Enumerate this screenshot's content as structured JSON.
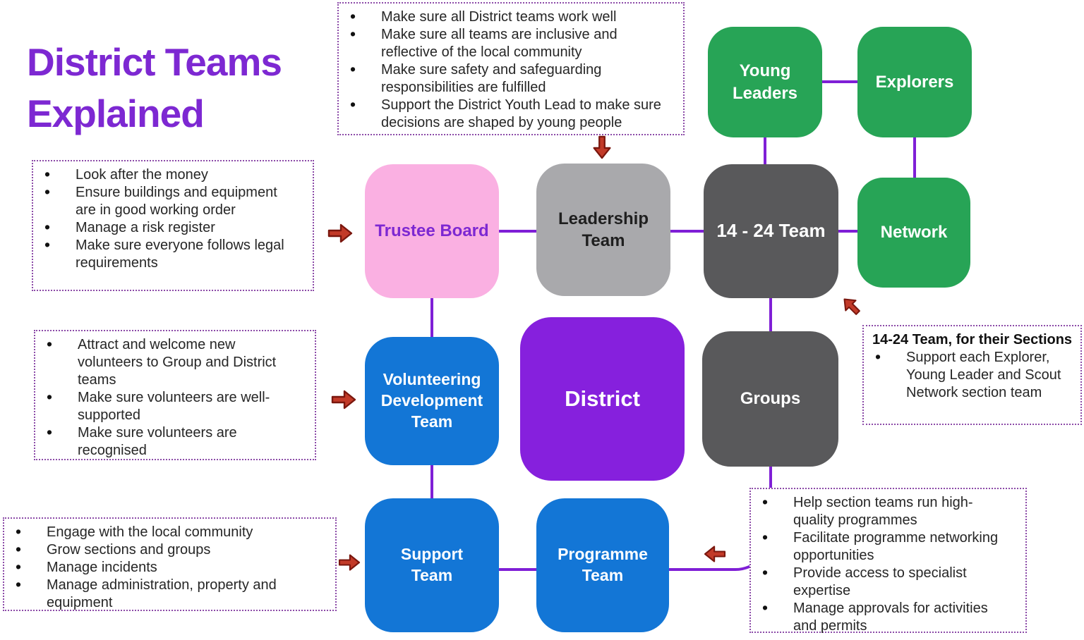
{
  "title": "District Teams Explained",
  "colors": {
    "title_purple": "#7d28d2",
    "node_pink": "#fab0e2",
    "node_gray": "#a9a9ac",
    "node_dark_gray": "#59595b",
    "node_green": "#27a456",
    "node_blue": "#1376d6",
    "node_purple": "#8620dd",
    "connector_purple": "#7f1fd6",
    "note_border_purple": "#8c4ba8",
    "arrow_red_fill": "#c23a28",
    "arrow_red_stroke": "#7a170e"
  },
  "nodes": {
    "trustee_board": {
      "label": "Trustee Board"
    },
    "leadership_team": {
      "label": "Leadership Team"
    },
    "team_14_24": {
      "label": "14 - 24 Team"
    },
    "young_leaders": {
      "label": "Young Leaders"
    },
    "explorers": {
      "label": "Explorers"
    },
    "network": {
      "label": "Network"
    },
    "volunteering_development_team": {
      "label": "Volunteering Development Team"
    },
    "district": {
      "label": "District"
    },
    "groups": {
      "label": "Groups"
    },
    "support_team": {
      "label": "Support Team"
    },
    "programme_team": {
      "label": "Programme Team"
    }
  },
  "annotations": {
    "leadership_note": {
      "bullets": [
        "Make sure all District teams work well",
        "Make sure all teams are inclusive and reflective of the local community",
        "Make sure safety and safeguarding responsibilities are fulfilled",
        "Support the District Youth Lead to make sure decisions are shaped by young people"
      ]
    },
    "trustee_note": {
      "bullets": [
        "Look after the money",
        "Ensure buildings and equipment are in good working order",
        "Manage a risk register",
        "Make sure everyone follows legal requirements"
      ]
    },
    "volunteering_note": {
      "bullets": [
        "Attract and welcome new volunteers to Group and District teams",
        "Make sure volunteers are well-supported",
        "Make sure volunteers are recognised"
      ]
    },
    "support_note": {
      "bullets": [
        "Engage with the local community",
        "Grow sections and groups",
        "Manage incidents",
        "Manage administration, property and equipment"
      ]
    },
    "programme_note": {
      "bullets": [
        "Help section teams run high-quality programmes",
        "Facilitate programme networking opportunities",
        "Provide access to specialist expertise",
        "Manage approvals for activities and permits"
      ]
    },
    "team_14_24_note": {
      "heading": "14-24 Team, for their Sections",
      "bullets": [
        "Support each Explorer, Young Leader and Scout Network section team"
      ]
    }
  }
}
